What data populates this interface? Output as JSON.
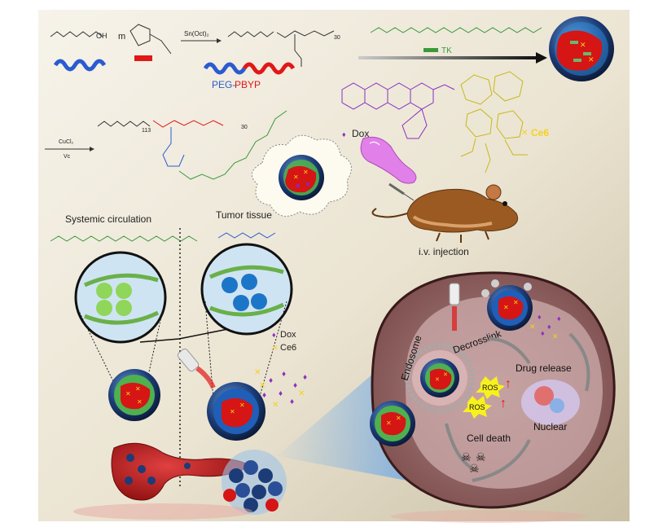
{
  "synthesis": {
    "reagent_m": "m",
    "catalyst_1": "Sn(Oct)₂",
    "subscript_113": "113",
    "subscript_30": "30",
    "polymer_label_peg": "PEG-",
    "polymer_label_pbyp": "PBYP",
    "catalyst_2a": "CuCl₂",
    "catalyst_2b": "Vc",
    "linker_label": "TK"
  },
  "drugs": {
    "dox_label": "Dox",
    "ce6_label": "Ce6"
  },
  "injection": {
    "label": "i.v. injection"
  },
  "circulation": {
    "systemic_label": "Systemic circulation",
    "tumor_label": "Tumor tissue",
    "dox_label": "Dox",
    "ce6_label": "Ce6"
  },
  "cell": {
    "endosome_label": "Endosome",
    "decrosslink_label": "Decrosslink",
    "drug_release_label": "Drug release",
    "ros_label_1": "ROS",
    "ros_label_2": "ROS",
    "nuclear_label": "Nuclear",
    "cell_death_label": "Cell death"
  },
  "colors": {
    "peg_blue": "#2a5bd0",
    "pbyp_red": "#e01818",
    "linker_green": "#3a9a3a",
    "dox_purple": "#8a2fc0",
    "ce6_yellow": "#f4d21c"
  }
}
